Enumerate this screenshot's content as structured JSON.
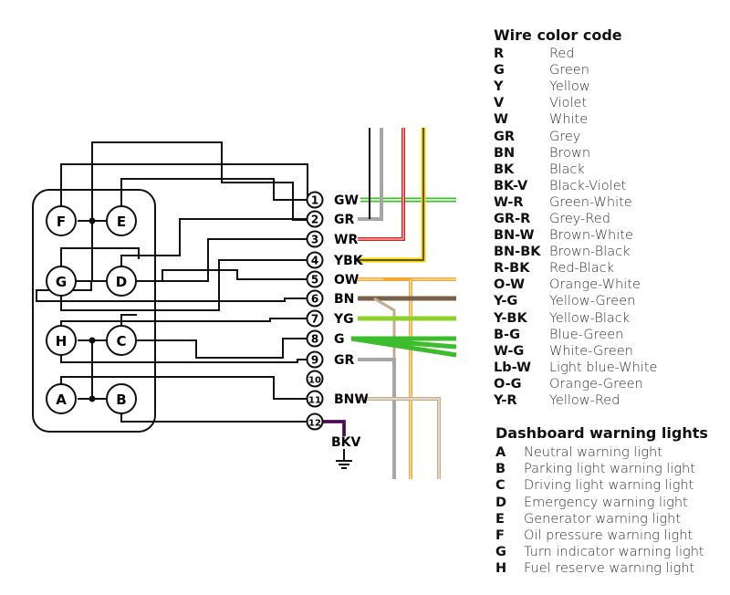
{
  "bulbs": {
    "F": "F",
    "E": "E",
    "G": "G",
    "D": "D",
    "H": "H",
    "C": "C",
    "A": "A",
    "B": "B"
  },
  "terminals": [
    "1",
    "2",
    "3",
    "4",
    "5",
    "6",
    "7",
    "8",
    "9",
    "10",
    "11",
    "12"
  ],
  "wire_labels": {
    "t1": "GW",
    "t2": "GR",
    "t3": "WR",
    "t4": "YBK",
    "t5": "OW",
    "t6": "BN",
    "t7": "YG",
    "t8": "G",
    "t9": "GR",
    "t11": "BNW",
    "t12": "BKV"
  },
  "wire_colors": {
    "green": "#3dbd2e",
    "grey": "#a6a6a6",
    "red": "#d6201f",
    "yellow": "#f5d400",
    "orange": "#f6a62b",
    "brown": "#7a6046",
    "violet": "#7a1f8a",
    "tan": "#c6ad8a",
    "black": "#111111"
  },
  "color_code": {
    "title": "Wire color code",
    "items": [
      {
        "code": "R",
        "name": "Red"
      },
      {
        "code": "G",
        "name": "Green"
      },
      {
        "code": "Y",
        "name": "Yellow"
      },
      {
        "code": "V",
        "name": "Violet"
      },
      {
        "code": "W",
        "name": "White"
      },
      {
        "code": "GR",
        "name": "Grey"
      },
      {
        "code": "BN",
        "name": "Brown"
      },
      {
        "code": "BK",
        "name": "Black"
      },
      {
        "code": "BK-V",
        "name": "Black-Violet"
      },
      {
        "code": "W-R",
        "name": "Green-White"
      },
      {
        "code": "GR-R",
        "name": "Grey-Red"
      },
      {
        "code": "BN-W",
        "name": "Brown-White"
      },
      {
        "code": "BN-BK",
        "name": "Brown-Black"
      },
      {
        "code": "R-BK",
        "name": "Red-Black"
      },
      {
        "code": "O-W",
        "name": "Orange-White"
      },
      {
        "code": "Y-G",
        "name": "Yellow-Green"
      },
      {
        "code": "Y-BK",
        "name": "Yellow-Black"
      },
      {
        "code": "B-G",
        "name": "Blue-Green"
      },
      {
        "code": "W-G",
        "name": "White-Green"
      },
      {
        "code": "Lb-W",
        "name": "Light blue-White"
      },
      {
        "code": "O-G",
        "name": "Orange-Green"
      },
      {
        "code": "Y-R",
        "name": "Yellow-Red"
      }
    ]
  },
  "warning_lights": {
    "title": "Dashboard warning lights",
    "items": [
      {
        "code": "A",
        "name": "Neutral warning light"
      },
      {
        "code": "B",
        "name": "Parking light warning light"
      },
      {
        "code": "C",
        "name": "Driving light warning light"
      },
      {
        "code": "D",
        "name": "Emergency warning light"
      },
      {
        "code": "E",
        "name": "Generator warning light"
      },
      {
        "code": "F",
        "name": "Oil pressure warning light"
      },
      {
        "code": "G",
        "name": "Turn indicator warning light"
      },
      {
        "code": "H",
        "name": "Fuel reserve warning light"
      }
    ]
  }
}
